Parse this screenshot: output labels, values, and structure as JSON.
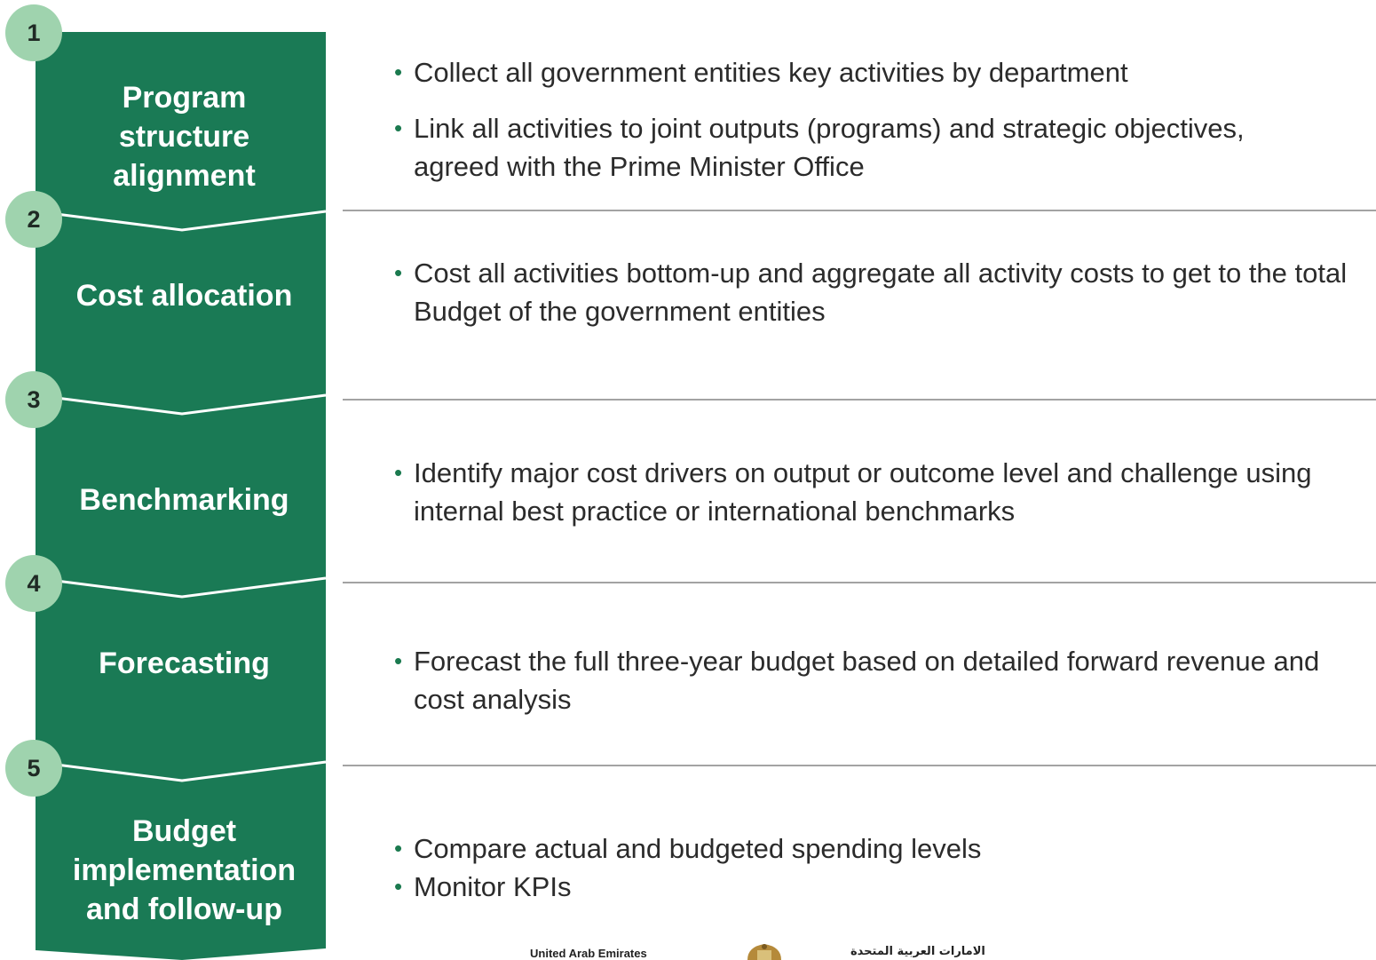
{
  "steps": [
    {
      "number": "1",
      "label": "Program structure alignment"
    },
    {
      "number": "2",
      "label": "Cost allocation"
    },
    {
      "number": "3",
      "label": "Benchmarking"
    },
    {
      "number": "4",
      "label": "Forecasting"
    },
    {
      "number": "5",
      "label": "Budget implementation and follow-up"
    }
  ],
  "descriptions": [
    [
      "Collect all government entities key activities by department",
      "Link all activities to joint outputs (programs) and strategic objectives, agreed with the Prime Minister Office"
    ],
    [
      "Cost all activities bottom-up and aggregate all activity costs to get to the total Budget of the government entities"
    ],
    [
      "Identify major cost drivers on output or outcome level and challenge using internal best practice or international benchmarks"
    ],
    [
      "Forecast the full three-year budget based on detailed forward revenue and cost analysis"
    ],
    [
      "Compare actual and budgeted spending levels",
      "Monitor KPIs"
    ]
  ],
  "bullet_char": "•",
  "footer": {
    "english": "United Arab Emirates",
    "arabic": "الامارات العربية المتحدة",
    "emblem": "uae-emblem-icon"
  },
  "colors": {
    "chevron": "#1a7a55",
    "badge": "#9fd3ae",
    "bullet": "#1b7a4f",
    "divider": "#a3a3a3"
  }
}
